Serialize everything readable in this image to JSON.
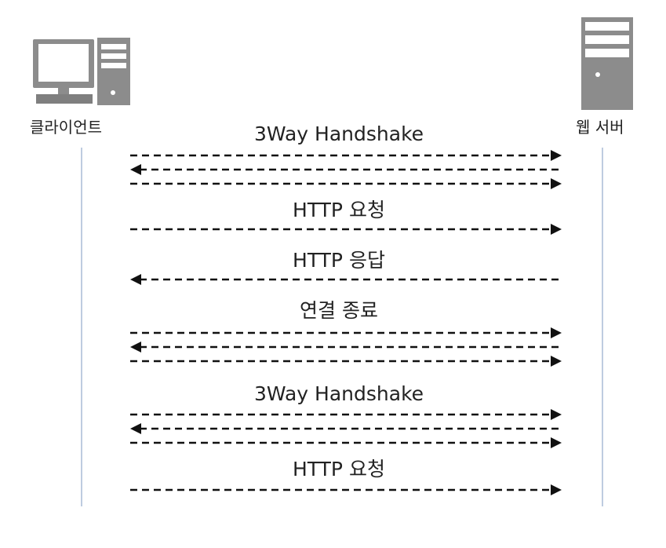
{
  "participants": {
    "client": {
      "label": "클라이언트",
      "icon": "desktop-computer-icon"
    },
    "server": {
      "label": "웹 서버",
      "icon": "server-tower-icon"
    }
  },
  "colors": {
    "icon": "#8c8c8c",
    "icon_dark": "#6f6f6f",
    "lifeline": "#a9bcd6",
    "arrow": "#111111",
    "text": "#222222"
  },
  "steps": [
    {
      "label": "3Way Handshake",
      "arrows": [
        "right",
        "left",
        "right"
      ]
    },
    {
      "label": "HTTP 요청",
      "arrows": [
        "right"
      ]
    },
    {
      "label": "HTTP 응답",
      "arrows": [
        "left"
      ]
    },
    {
      "label": "연결 종료",
      "arrows": [
        "right",
        "left",
        "right"
      ]
    },
    {
      "label": "3Way Handshake",
      "arrows": [
        "right",
        "left",
        "right"
      ]
    },
    {
      "label": "HTTP 요청",
      "arrows": [
        "right"
      ]
    }
  ]
}
